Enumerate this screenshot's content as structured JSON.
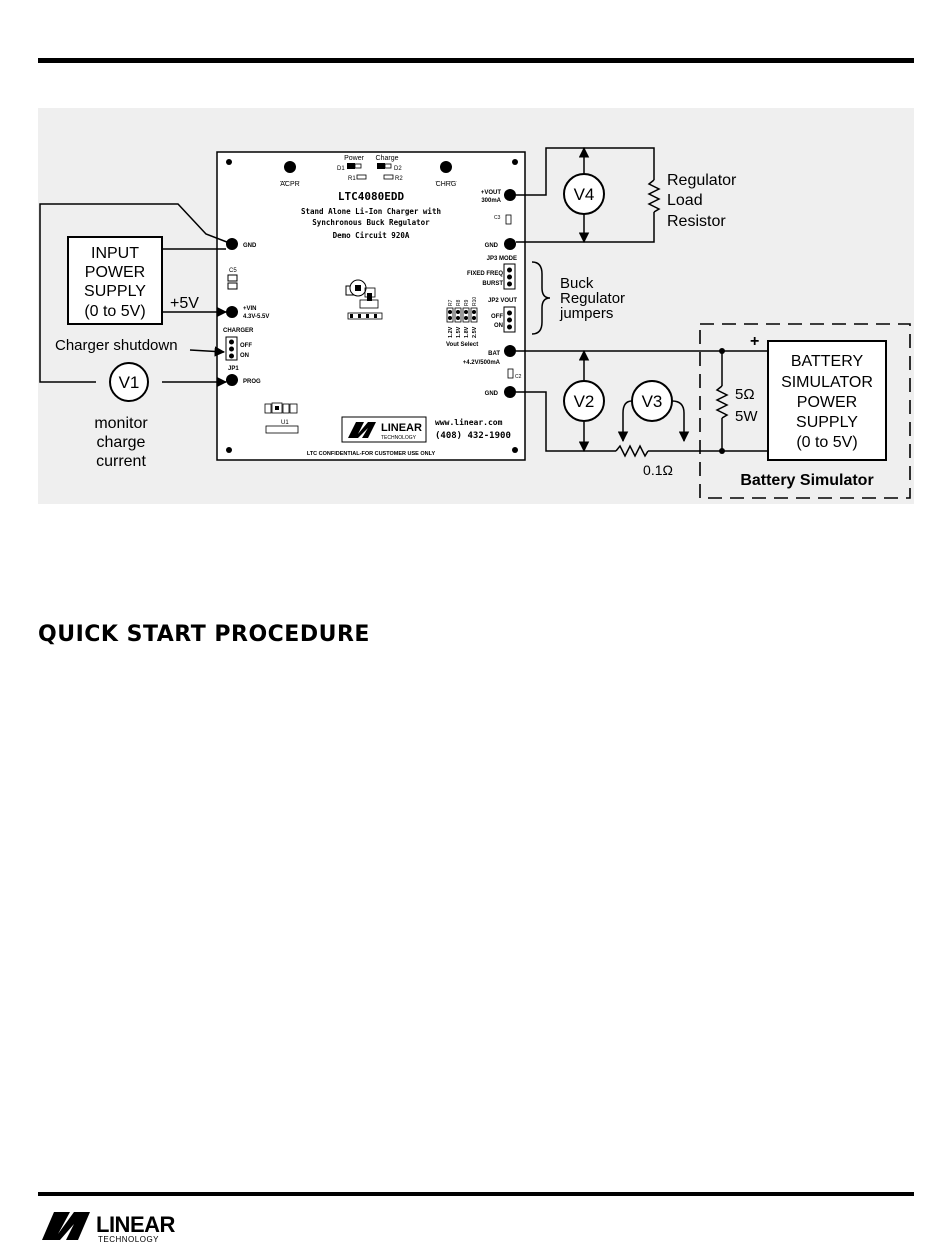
{
  "figure": {
    "board": {
      "part_number": "LTC4080EDD",
      "title_line1": "Stand Alone Li-Ion Charger with",
      "title_line2": "Synchronous Buck Regulator",
      "title_line3": "Demo Circuit 920A",
      "led_power": "Power",
      "led_charge": "Charge",
      "d1": "D1",
      "d2": "D2",
      "r1": "R1",
      "r2": "R2",
      "acpr": "ACPR",
      "chrg": "CHRG",
      "gnd": "GND",
      "vin": "+VIN",
      "vin_range": "4.3V-5.5V",
      "prog": "PROG",
      "c5": "C5",
      "charger": "CHARGER",
      "off": "OFF",
      "on": "ON",
      "jp1": "JP1",
      "vout": "+VOUT",
      "vout_current": "300mA",
      "c3": "C3",
      "jp3_mode": "JP3 MODE",
      "fixed_freq": "FIXED FREQ",
      "burst": "BURST",
      "jp2_vout": "JP2 VOUT",
      "vout_select": "Vout Select",
      "v12": "1.2V",
      "v15": "1.5V",
      "v18": "1.8V",
      "v25": "2.5V",
      "r7": "R7",
      "r8": "R8",
      "r9": "R9",
      "r10": "R10",
      "bat": "BAT",
      "bat_rating": "+4.2V/500mA",
      "c2": "C2",
      "url": "www.linear.com",
      "phone": "(408) 432-1900",
      "logo_linear": "LINEAR",
      "logo_technology": "TECHNOLOGY",
      "u1": "U1",
      "confidential": "LTC CONFIDENTIAL-FOR CUSTOMER USE ONLY"
    },
    "input_supply": [
      "INPUT",
      "POWER",
      "SUPPLY",
      "(0 to 5V)"
    ],
    "plus5v": "+5V",
    "charger_shutdown": "Charger shutdown",
    "v1": "V1",
    "monitor": [
      "monitor",
      "charge",
      "current"
    ],
    "v4": "V4",
    "regulator_load": [
      "Regulator",
      "Load",
      "Resistor"
    ],
    "buck_jumpers": [
      "Buck",
      "Regulator",
      "jumpers"
    ],
    "v2": "V2",
    "v3": "V3",
    "shunt": "0.1Ω",
    "load_r": "5Ω",
    "load_w": "5W",
    "plus": "+",
    "battery_supply": [
      "BATTERY",
      "SIMULATOR",
      "POWER",
      "SUPPLY",
      "(0 to 5V)"
    ],
    "battery_simulator": "Battery Simulator"
  },
  "section_title": "QUICK START PROCEDURE",
  "footer": {
    "logo_linear": "LINEAR",
    "logo_technology": "TECHNOLOGY"
  }
}
